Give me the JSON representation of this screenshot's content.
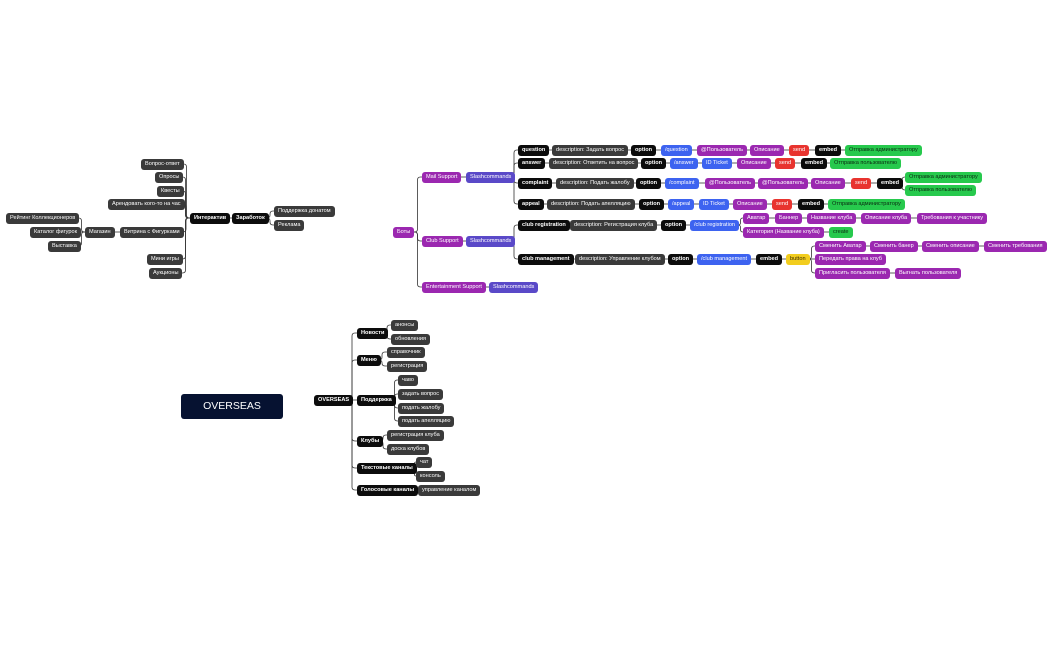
{
  "title": "OVERSEAS",
  "colors": {
    "dark": "#3a3a3a",
    "black": "#0c0c0c",
    "purple": "#9b28b0",
    "blue": "#3d63f0",
    "indigo": "#5a49c8",
    "red": "#e8342f",
    "green": "#27c94d",
    "yellow": "#f2cd1e",
    "title_bg": "#061231",
    "line": "#333333"
  },
  "nodes": [
    {
      "id": "root",
      "text": "OVERSEAS",
      "s": "k"
    },
    {
      "id": "news",
      "text": "Новости",
      "s": "k"
    },
    {
      "id": "news1",
      "text": "анонсы",
      "s": "d"
    },
    {
      "id": "news2",
      "text": "обновления",
      "s": "d"
    },
    {
      "id": "menu",
      "text": "Меню",
      "s": "k"
    },
    {
      "id": "menu1",
      "text": "справочник",
      "s": "d"
    },
    {
      "id": "menu2",
      "text": "регистрация",
      "s": "d"
    },
    {
      "id": "sup",
      "text": "Поддержка",
      "s": "k"
    },
    {
      "id": "sup1",
      "text": "чаво",
      "s": "d"
    },
    {
      "id": "sup2",
      "text": "задать вопрос",
      "s": "d"
    },
    {
      "id": "sup3",
      "text": "подать жалобу",
      "s": "d"
    },
    {
      "id": "sup4",
      "text": "подать апелляцию",
      "s": "d"
    },
    {
      "id": "clubs",
      "text": "Клубы",
      "s": "k"
    },
    {
      "id": "clubs1",
      "text": "регистрация клуба",
      "s": "d"
    },
    {
      "id": "clubs2",
      "text": "доска клубов",
      "s": "d"
    },
    {
      "id": "tc",
      "text": "Текстовые каналы",
      "s": "k"
    },
    {
      "id": "tc1",
      "text": "чат",
      "s": "d"
    },
    {
      "id": "tc2",
      "text": "консоль",
      "s": "d"
    },
    {
      "id": "vc",
      "text": "Голосовые каналы",
      "s": "k"
    },
    {
      "id": "vc1",
      "text": "управление каналом",
      "s": "d"
    },
    {
      "id": "q1",
      "text": "Вопрос-ответ",
      "s": "d"
    },
    {
      "id": "q2",
      "text": "Опросы",
      "s": "d"
    },
    {
      "id": "q3",
      "text": "Квесты",
      "s": "d"
    },
    {
      "id": "q4",
      "text": "Арендовать кого-то на час",
      "s": "d"
    },
    {
      "id": "inter",
      "text": "Интерактив",
      "s": "k"
    },
    {
      "id": "shop",
      "text": "Магазин",
      "s": "d"
    },
    {
      "id": "vit",
      "text": "Витрина с Фигурками",
      "s": "d"
    },
    {
      "id": "rk",
      "text": "Рейтинг Коллекционеров",
      "s": "d"
    },
    {
      "id": "kf",
      "text": "Каталог фигурок",
      "s": "d"
    },
    {
      "id": "vy",
      "text": "Выставка",
      "s": "d"
    },
    {
      "id": "mg",
      "text": "Мини игры",
      "s": "d"
    },
    {
      "id": "au",
      "text": "Аукционы",
      "s": "d"
    },
    {
      "id": "zar",
      "text": "Заработок",
      "s": "k"
    },
    {
      "id": "pd",
      "text": "Поддержка донатом",
      "s": "d"
    },
    {
      "id": "rek",
      "text": "Реклама",
      "s": "d"
    },
    {
      "id": "boty",
      "text": "Боты",
      "s": "p"
    },
    {
      "id": "mail",
      "text": "Mail Support",
      "s": "p"
    },
    {
      "id": "clubsup",
      "text": "Club Support",
      "s": "p"
    },
    {
      "id": "ent",
      "text": "Entertainment Support",
      "s": "p"
    },
    {
      "id": "sl1",
      "text": "Slashcommands",
      "s": "i"
    },
    {
      "id": "sl2",
      "text": "Slashcommands",
      "s": "i"
    },
    {
      "id": "sl3",
      "text": "Slashcommands",
      "s": "i"
    },
    {
      "id": "qq",
      "text": "question",
      "s": "k"
    },
    {
      "id": "qd",
      "text": "description: Задать вопрос",
      "s": "d"
    },
    {
      "id": "qo",
      "text": "option",
      "s": "k"
    },
    {
      "id": "qc",
      "text": "/question",
      "s": "b"
    },
    {
      "id": "qu",
      "text": "@Пользователь",
      "s": "p"
    },
    {
      "id": "qop",
      "text": "Описание",
      "s": "p"
    },
    {
      "id": "qs",
      "text": "send",
      "s": "r"
    },
    {
      "id": "qe",
      "text": "embed",
      "s": "k"
    },
    {
      "id": "qg",
      "text": "Отправка администратору",
      "s": "g"
    },
    {
      "id": "aa",
      "text": "answer",
      "s": "k"
    },
    {
      "id": "ad",
      "text": "description: Ответить на вопрос",
      "s": "d"
    },
    {
      "id": "ao",
      "text": "option",
      "s": "k"
    },
    {
      "id": "ac",
      "text": "/answer",
      "s": "b"
    },
    {
      "id": "at",
      "text": "ID Ticket",
      "s": "b"
    },
    {
      "id": "aop",
      "text": "Описание",
      "s": "p"
    },
    {
      "id": "as",
      "text": "send",
      "s": "r"
    },
    {
      "id": "ae",
      "text": "embed",
      "s": "k"
    },
    {
      "id": "ag",
      "text": "Отправка пользователю",
      "s": "g"
    },
    {
      "id": "cc",
      "text": "complaint",
      "s": "k"
    },
    {
      "id": "cd",
      "text": "description: Подать жалобу",
      "s": "d"
    },
    {
      "id": "co",
      "text": "option",
      "s": "k"
    },
    {
      "id": "ccm",
      "text": "/complaint",
      "s": "b"
    },
    {
      "id": "cu1",
      "text": "@Пользователь",
      "s": "p"
    },
    {
      "id": "cu2",
      "text": "@Пользователь",
      "s": "p"
    },
    {
      "id": "cop",
      "text": "Описание",
      "s": "p"
    },
    {
      "id": "cs",
      "text": "send",
      "s": "r"
    },
    {
      "id": "ce",
      "text": "embed",
      "s": "k"
    },
    {
      "id": "cg1",
      "text": "Отправка администратору",
      "s": "g"
    },
    {
      "id": "cg2",
      "text": "Отправка пользователю",
      "s": "g"
    },
    {
      "id": "pp",
      "text": "appeal",
      "s": "k"
    },
    {
      "id": "pd2",
      "text": "description: Подать апелляцию",
      "s": "d"
    },
    {
      "id": "po",
      "text": "option",
      "s": "k"
    },
    {
      "id": "pc",
      "text": "/appeal",
      "s": "b"
    },
    {
      "id": "pt",
      "text": "ID Ticket",
      "s": "b"
    },
    {
      "id": "pop",
      "text": "Описание",
      "s": "p"
    },
    {
      "id": "ps",
      "text": "send",
      "s": "r"
    },
    {
      "id": "pe",
      "text": "embed",
      "s": "k"
    },
    {
      "id": "pg",
      "text": "Отправка администратору",
      "s": "g"
    },
    {
      "id": "cr",
      "text": "club registration",
      "s": "k"
    },
    {
      "id": "crd",
      "text": "description: Регистрация клуба",
      "s": "d"
    },
    {
      "id": "cro",
      "text": "option",
      "s": "k"
    },
    {
      "id": "crc",
      "text": "/club registration",
      "s": "b"
    },
    {
      "id": "av",
      "text": "Аватар",
      "s": "p"
    },
    {
      "id": "bn",
      "text": "Баннер",
      "s": "p"
    },
    {
      "id": "nk",
      "text": "Название клуба",
      "s": "p"
    },
    {
      "id": "ok",
      "text": "Описание клуба",
      "s": "p"
    },
    {
      "id": "tu",
      "text": "Требования к участнику",
      "s": "p"
    },
    {
      "id": "kat",
      "text": "Категория (Название клуба)",
      "s": "p"
    },
    {
      "id": "cre",
      "text": "create",
      "s": "g"
    },
    {
      "id": "cm",
      "text": "club management",
      "s": "k"
    },
    {
      "id": "cmd",
      "text": "description: Управление клубом",
      "s": "d"
    },
    {
      "id": "cmo",
      "text": "option",
      "s": "k"
    },
    {
      "id": "cmc",
      "text": "/club management",
      "s": "b"
    },
    {
      "id": "cme",
      "text": "embed",
      "s": "k"
    },
    {
      "id": "btn",
      "text": "button",
      "s": "y"
    },
    {
      "id": "sa",
      "text": "Сменить Аватар",
      "s": "p"
    },
    {
      "id": "sb",
      "text": "Сменить банер",
      "s": "p"
    },
    {
      "id": "so",
      "text": "Сменить описание",
      "s": "p"
    },
    {
      "id": "st",
      "text": "Сменить требования",
      "s": "p"
    },
    {
      "id": "pk",
      "text": "Передать права на клуб",
      "s": "p"
    },
    {
      "id": "pu",
      "text": "Пригласить пользователя",
      "s": "p"
    },
    {
      "id": "vu",
      "text": "Выгнать пользователя",
      "s": "p"
    }
  ]
}
